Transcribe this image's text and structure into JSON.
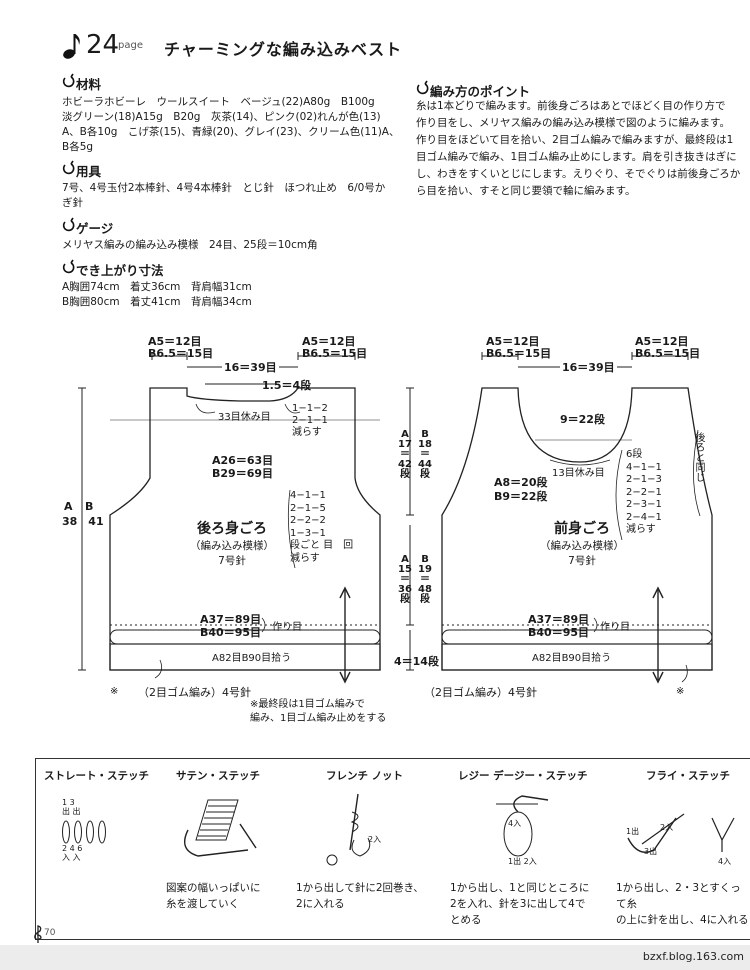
{
  "header": {
    "note_icon": "music-note-icon",
    "number": "24",
    "page_word": "page",
    "title": "チャーミングな編み込みベスト"
  },
  "materials": {
    "heading": "材料",
    "lines": [
      "ホビーラホビーレ　ウールスイート　ベージュ(22)A80g　B100g",
      "淡グリーン(18)A15g　B20g　灰茶(14)、ピンク(02)れんが色(13)",
      "A、B各10g　こげ茶(15)、青緑(20)、グレイ(23)、クリーム色(11)A、",
      "B各5g"
    ]
  },
  "tools": {
    "heading": "用具",
    "lines": [
      "7号、4号玉付2本棒針、4号4本棒針　とじ針　ほつれ止め　6/0号か",
      "ぎ針"
    ]
  },
  "gauge": {
    "heading": "ゲージ",
    "text": "メリヤス編みの編み込み模様　24目、25段＝10cm角"
  },
  "size": {
    "heading": "でき上がり寸法",
    "lines": [
      "A胸囲74cm　着丈36cm　背肩幅31cm",
      "B胸囲80cm　着丈41cm　背肩幅34cm"
    ]
  },
  "points": {
    "heading": "編み方のポイント",
    "lines": [
      "糸は1本どりで編みます。前後身ごろはあとでほどく目の作り方で",
      "作り目をし、メリヤス編みの編み込み模様で図のように編みます。",
      "作り目をほどいて目を拾い、2目ゴム編みで編みますが、最終段は1",
      "目ゴム編みで編み、1目ゴム編み止めにします。肩を引き抜きはぎに",
      "し、わきをすくいとじにします。えりぐり、そでぐりは前後身ごろか",
      "ら目を拾い、すそと同じ要領で輪に編みます。"
    ]
  },
  "back": {
    "shoulder_a_l": "A5＝12目",
    "shoulder_b_l": "B6.5＝15目",
    "shoulder_a_r": "A5＝12目",
    "shoulder_b_r": "B6.5＝15目",
    "neck_width": "16＝39目",
    "neck_depth": "1.5＝4段",
    "neck_rest": "33目休み目",
    "neck_dec": "1−1−2\n2−1−1\n減らす",
    "width_a": "A26＝63目",
    "width_b": "B29＝69目",
    "arm_dec": "4−1−1\n2−1−5\n2−2−2\n1−3−1\n段ごと 目　回\n減らす",
    "height_a": "A",
    "height_b": "B",
    "height_vals": "38　41",
    "name": "後ろ身ごろ",
    "pattern": "（編み込み模様）",
    "needle": "7号針",
    "cast_a": "A37＝89目",
    "cast_b": "B40＝95目",
    "cast_label": "作り目",
    "hem_pick": "A82目B90目拾う",
    "hem_note": "※",
    "hem_rib": "（2目ゴム編み）4号針",
    "final_note": "※最終段は1目ゴム編みで\n編み、1目ゴム編み止めをする"
  },
  "front": {
    "shoulder_a_l": "A5＝12目",
    "shoulder_b_l": "B6.5＝15目",
    "shoulder_a_r": "A5＝12目",
    "shoulder_b_r": "B6.5＝15目",
    "neck_width": "16＝39目",
    "neck_depth": "9＝22段",
    "neck_rest": "13目休み目",
    "neck_side_a": "A8＝20段",
    "neck_side_b": "B9＝22段",
    "neck_dec": "6段\n4−1−1\n2−1−3\n2−2−1\n2−3−1\n2−4−1\n減らす",
    "same_back": "後ろと同じ",
    "upper_a": "A\n17\n＝\n42\n段",
    "upper_b": "B\n18\n＝\n44\n段",
    "lower_a": "A\n15\n＝\n36\n段",
    "lower_b": "B\n19\n＝\n48\n段",
    "rib_rows": "4＝14段",
    "name": "前身ごろ",
    "pattern": "（編み込み模様）",
    "needle": "7号針",
    "cast_a": "A37＝89目",
    "cast_b": "B40＝95目",
    "cast_label": "作り目",
    "hem_pick": "A82目B90目拾う",
    "hem_rib": "（2目ゴム編み）4号針",
    "hem_note": "※"
  },
  "stitches": [
    {
      "title": "ストレート・ステッチ",
      "desc": "",
      "nums_top": "1 3\n出 出",
      "nums_bot": "2 4 6\n入 入"
    },
    {
      "title": "サテン・ステッチ",
      "desc": "図案の幅いっぱいに\n糸を渡していく"
    },
    {
      "title": "フレンチ ノット",
      "desc": "1から出して針に2回巻き、\n2に入れる",
      "mark": "2入"
    },
    {
      "title": "レジー デージー・ステッチ",
      "desc": "1から出し、1と同じところに\n2を入れ、針を3に出して4で\nとめる",
      "m1": "4入",
      "m2": "1出 2入"
    },
    {
      "title": "フライ・ステッチ",
      "desc": "1から出し、2・3とすくって糸\nの上に針を出し、4に入れる",
      "m1": "1出",
      "m2": "2入",
      "m3": "3出",
      "m4": "4入"
    }
  ],
  "page_number": "70",
  "watermark": "bzxf.blog.163.com"
}
